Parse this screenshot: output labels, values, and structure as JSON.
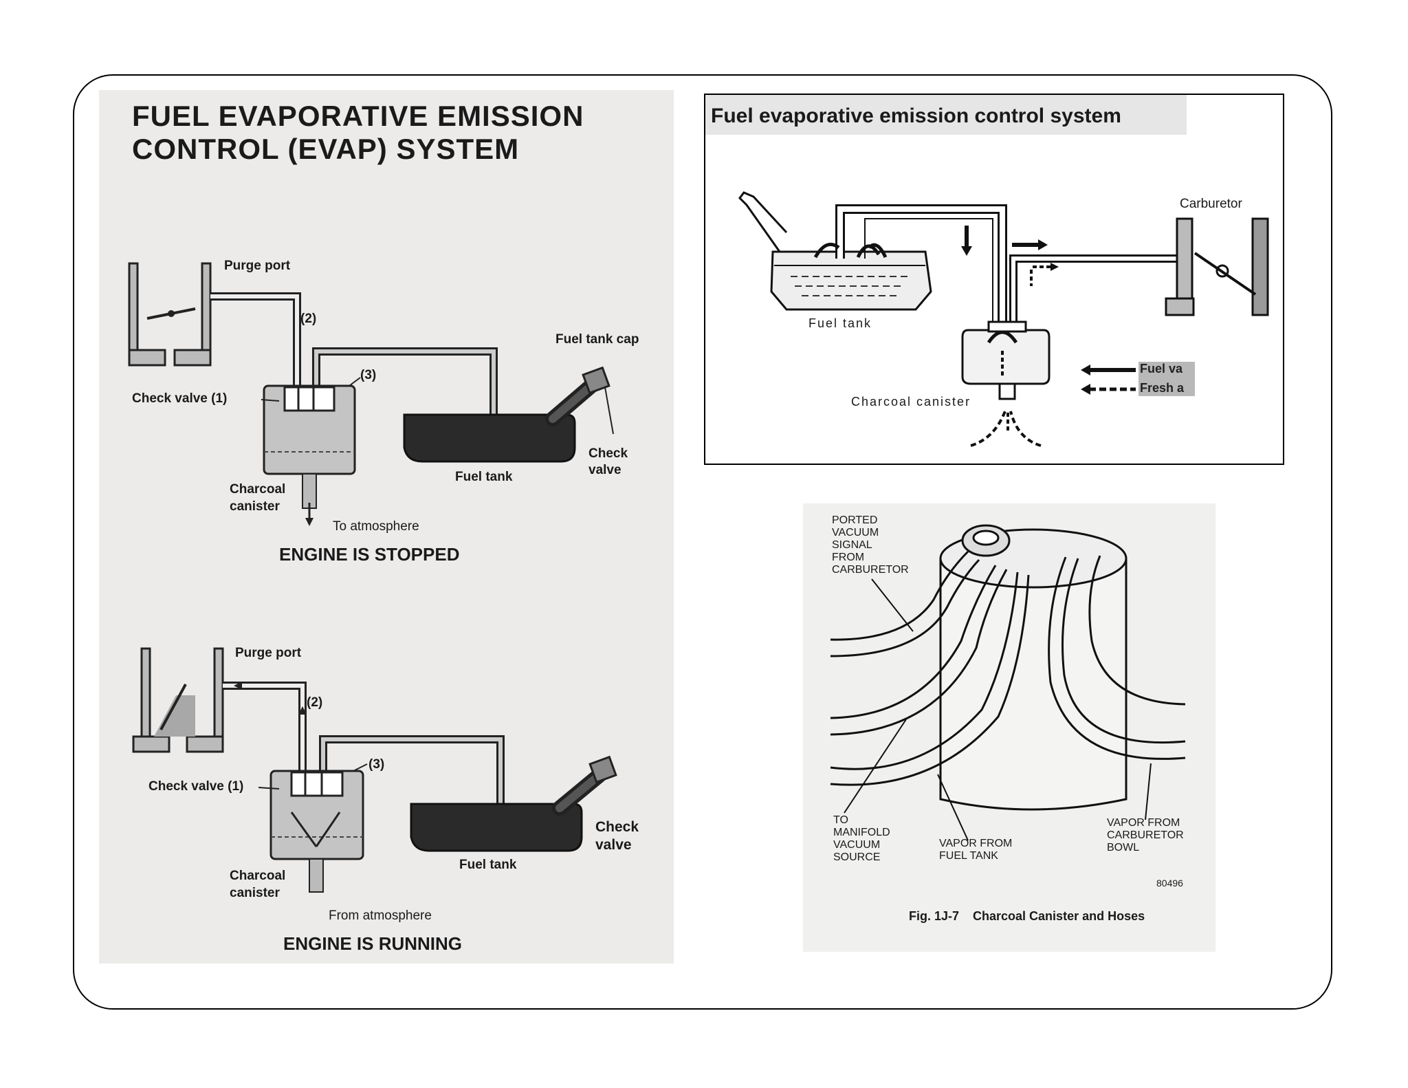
{
  "left_panel": {
    "title_line1": "FUEL EVAPORATIVE EMISSION",
    "title_line2": "CONTROL (EVAP) SYSTEM",
    "stopped": {
      "purge_port": "Purge port",
      "num2": "(2)",
      "num3": "(3)",
      "check_valve_1": "Check valve (1)",
      "fuel_tank_cap": "Fuel tank cap",
      "check_valve_l1": "Check",
      "check_valve_l2": "valve",
      "fuel_tank": "Fuel tank",
      "charcoal_l1": "Charcoal",
      "charcoal_l2": "canister",
      "atmosphere": "To atmosphere",
      "caption": "ENGINE IS STOPPED"
    },
    "running": {
      "purge_port": "Purge port",
      "num2": "(2)",
      "num3": "(3)",
      "check_valve_1": "Check valve (1)",
      "check_valve_l1": "Check",
      "check_valve_l2": "valve",
      "fuel_tank": "Fuel tank",
      "charcoal_l1": "Charcoal",
      "charcoal_l2": "canister",
      "atmosphere": "From atmosphere",
      "caption": "ENGINE IS RUNNING"
    }
  },
  "top_right": {
    "title": "Fuel evaporative emission control system",
    "carburetor": "Carburetor",
    "fuel_tank": "Fuel tank",
    "charcoal": "Charcoal canister",
    "legend_fuel": "Fuel va",
    "legend_fresh": "Fresh a"
  },
  "bottom_right": {
    "ported_l1": "PORTED",
    "ported_l2": "VACUUM",
    "ported_l3": "SIGNAL",
    "ported_l4": "FROM",
    "ported_l5": "CARBURETOR",
    "manifold_l1": "TO",
    "manifold_l2": "MANIFOLD",
    "manifold_l3": "VACUUM",
    "manifold_l4": "SOURCE",
    "vapor_tank_l1": "VAPOR FROM",
    "vapor_tank_l2": "FUEL TANK",
    "vapor_carb_l1": "VAPOR FROM",
    "vapor_carb_l2": "CARBURETOR",
    "vapor_carb_l3": "BOWL",
    "code": "80496",
    "caption": "Fig. 1J-7    Charcoal Canister and Hoses"
  }
}
